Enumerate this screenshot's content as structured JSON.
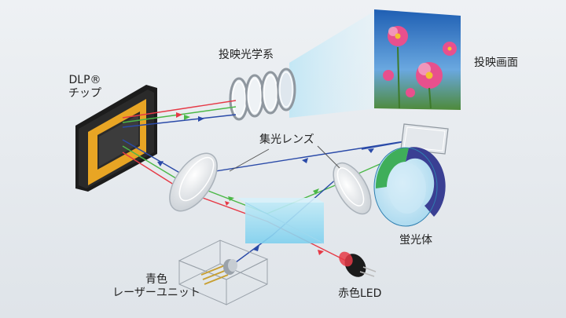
{
  "labels": {
    "dlp_line1": "DLP®",
    "dlp_line2": "チップ",
    "projection_optics": "投映光学系",
    "projection_screen": "投映画面",
    "condenser_lens": "集光レンズ",
    "phosphor": "蛍光体",
    "blue_laser_line1": "青色",
    "blue_laser_line2": "レーザーユニット",
    "red_led": "赤色LED"
  },
  "colors": {
    "red": "#e63946",
    "green": "#4cb848",
    "blue": "#2a4aa8",
    "chip_frame": "#e8a524",
    "phosphor_green": "#3fae5a",
    "phosphor_blue": "#3a3f93"
  }
}
